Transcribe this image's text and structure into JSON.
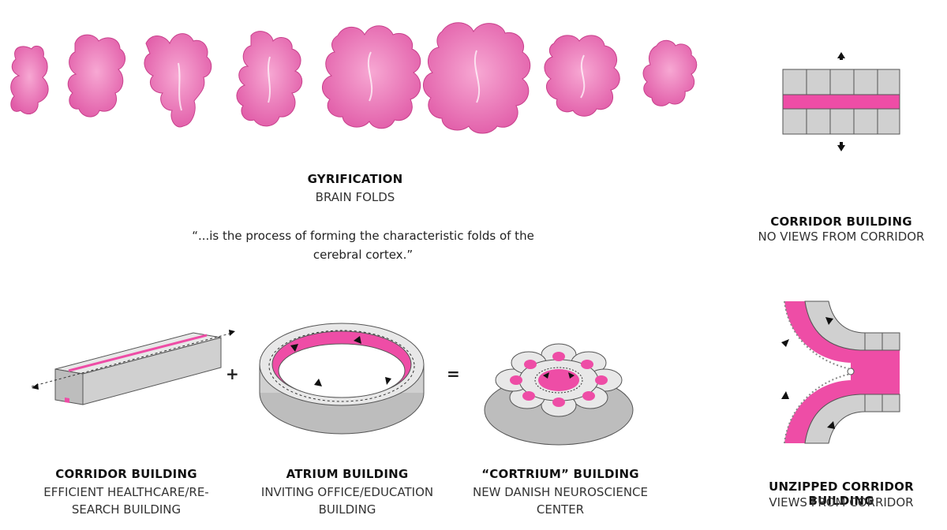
{
  "gyrification": {
    "title": "GYRIFICATION",
    "subtitle": "BRAIN FOLDS",
    "quote_line1": "“...is the process of forming the characteristic folds of the",
    "quote_line2": "cerebral cortex.”"
  },
  "corridor_top": {
    "title": "CORRIDOR BUILDING",
    "subtitle": "NO VIEWS FROM CORRIDOR"
  },
  "unzipped": {
    "title": "UNZIPPED CORRIDOR BUILDING",
    "subtitle": "VIEWS FROM CORRIDOR"
  },
  "corridor_building": {
    "title": "CORRIDOR BUILDING",
    "line1": "EFFICIENT HEALTHCARE/RE-",
    "line2": "SEARCH BUILDING"
  },
  "atrium_building": {
    "title": "ATRIUM BUILDING",
    "line1": "INVITING OFFICE/EDUCATION",
    "line2": "BUILDING"
  },
  "cortrium_building": {
    "title": "“CORTRIUM” BUILDING",
    "line1": "NEW DANISH NEUROSCIENCE",
    "line2": "CENTER"
  },
  "operators": {
    "plus": "+",
    "equals": "="
  },
  "colors": {
    "pink": "#ee4da6",
    "brain": "#f07cbc",
    "brain_dark": "#d8479a",
    "gray": "#d4d4d4",
    "dark": "#333333"
  }
}
